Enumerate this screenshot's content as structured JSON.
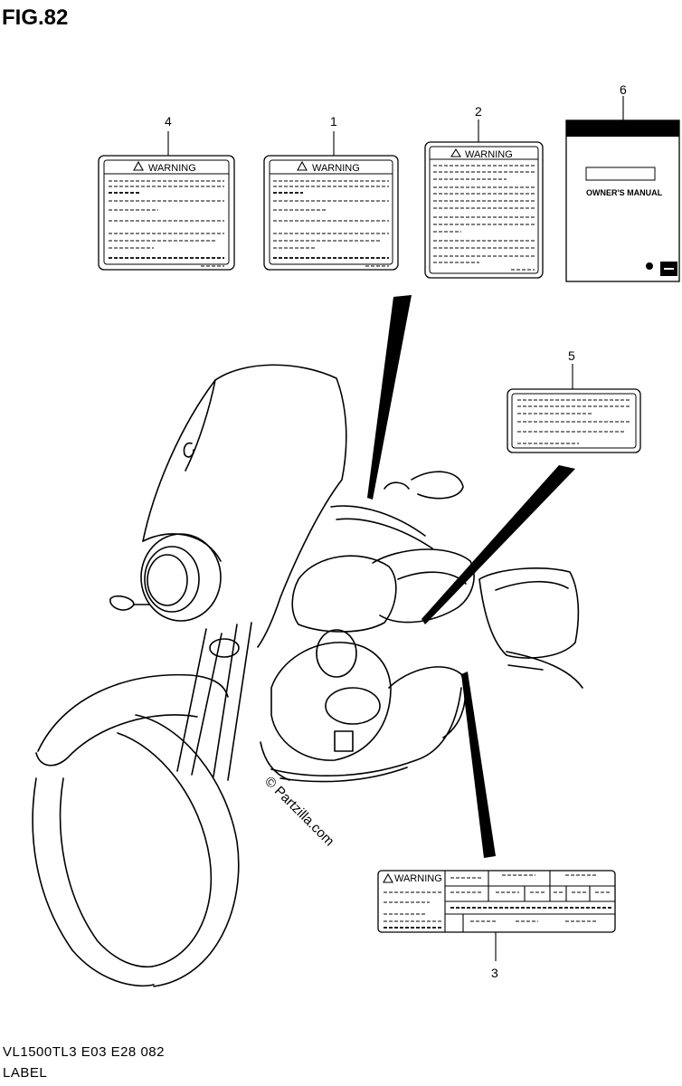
{
  "header": {
    "figure": "FIG.82"
  },
  "footer": {
    "code": "VL1500TL3  E03  E28  082",
    "section": "LABEL"
  },
  "callouts": {
    "c1": "1",
    "c2": "2",
    "c3": "3",
    "c4": "4",
    "c5": "5",
    "c6": "6"
  },
  "labels": {
    "warning": "WARNING",
    "manual_title": "OWNER'S MANUAL"
  },
  "watermark": "© Partzilla.com"
}
